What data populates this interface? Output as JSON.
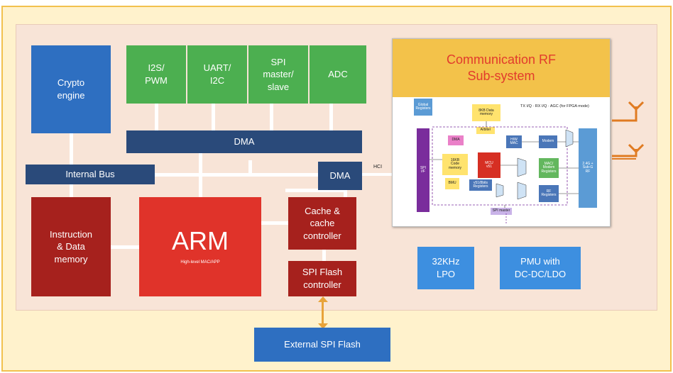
{
  "diagram": {
    "crypto": "Crypto\nengine",
    "i2s": "I2S/\nPWM",
    "uart": "UART/\nI2C",
    "spi": "SPI\nmaster/\nslave",
    "adc": "ADC",
    "dma_top": "DMA",
    "internal_bus": "Internal Bus",
    "dma_right": "DMA",
    "instr_mem": "Instruction\n& Data\nmemory",
    "arm": "ARM",
    "arm_sub": "High-level MAC/APP",
    "cache": "Cache &\ncache\ncontroller",
    "spi_flash_ctrl": "SPI Flash\ncontroller",
    "lpo": "32KHz\nLPO",
    "pmu": "PMU with\nDC-DC/LDO",
    "ext_flash": "External SPI Flash",
    "hci": "HCI"
  },
  "rf": {
    "title": "Communication RF\nSub-system",
    "note": "TX I/Q · RX I/Q · AGC (for FPGA mode)",
    "global_regs": "Global\nRegisters",
    "data_mem": "8KB Data\nmemory",
    "arbiter": "Arbiter",
    "dma": "DMA",
    "code_mem": "16KB\nCode\nmemory",
    "mcu": "MCU\nv51",
    "bmu": "BMU",
    "v51_regs": "v51/8bits\nRegisters",
    "hw_mac": "H/W\nMAC",
    "modem": "Modem",
    "mac_modem_regs": "MAC/\nModem\nRegisters",
    "rf_regs": "RF\nRegisters",
    "radio": "2.4G +\nSub-G\nRF",
    "spi_if": "SPI\nI/F",
    "spi_master": "SPI master"
  },
  "colors": {
    "outer_bg": "#fff2cc",
    "inner_bg": "#f8e4d7",
    "antenna": "#e07b22",
    "arrow": "#e8a33a"
  }
}
